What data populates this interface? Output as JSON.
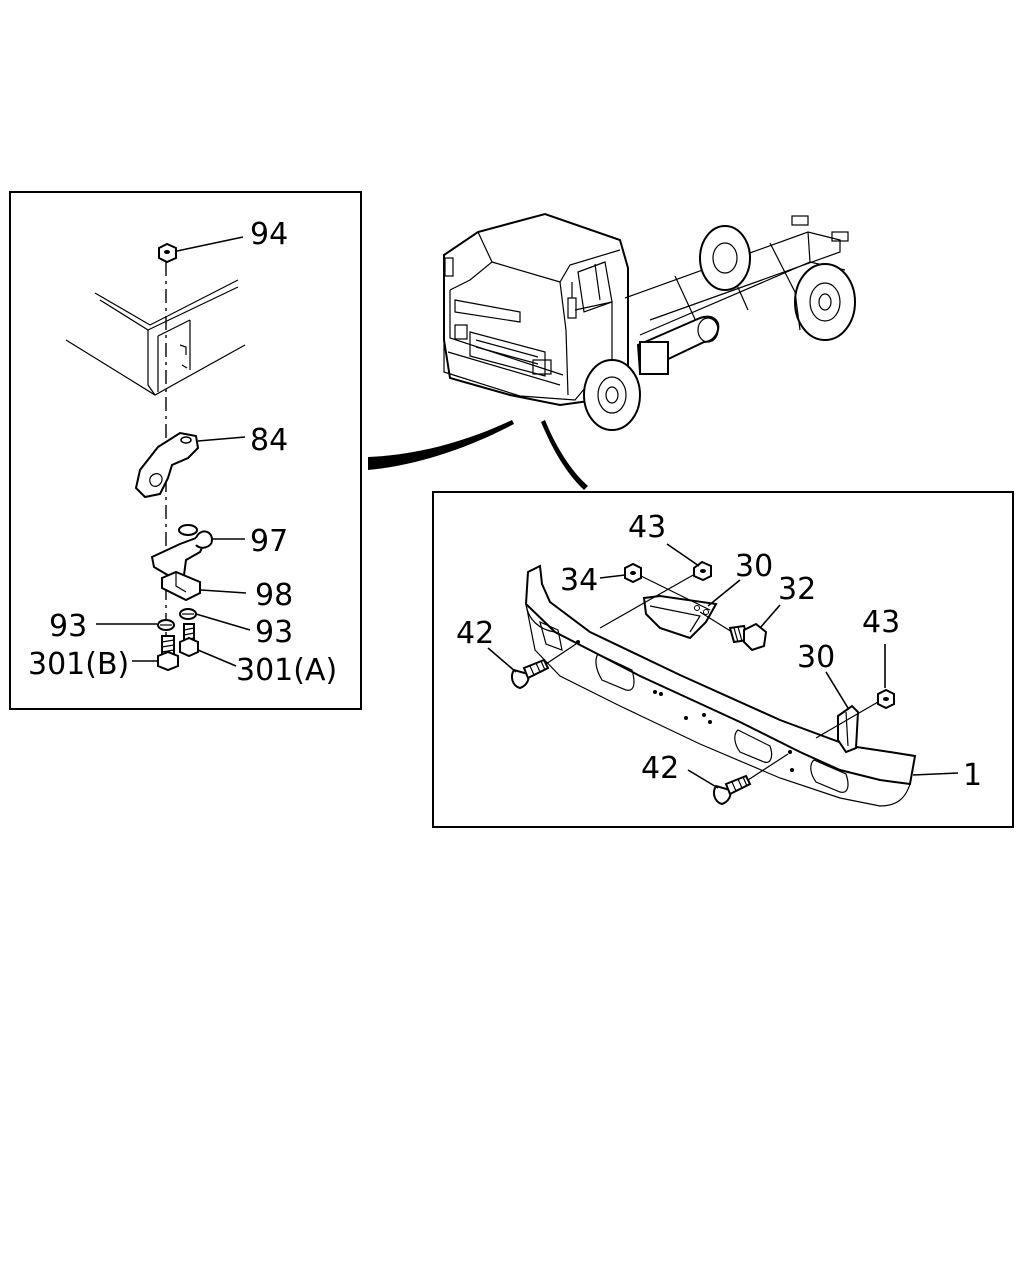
{
  "left_panel": {
    "labels": {
      "p94": "94",
      "p84": "84",
      "p97": "97",
      "p98": "98",
      "p93_left": "93",
      "p93_right": "93",
      "p301b": "301(B)",
      "p301a": "301(A)"
    }
  },
  "right_panel": {
    "labels": {
      "p43_top": "43",
      "p34": "34",
      "p30_top": "30",
      "p32": "32",
      "p42_left": "42",
      "p43_right": "43",
      "p30_right": "30",
      "p42_bottom": "42",
      "p1": "1"
    }
  }
}
